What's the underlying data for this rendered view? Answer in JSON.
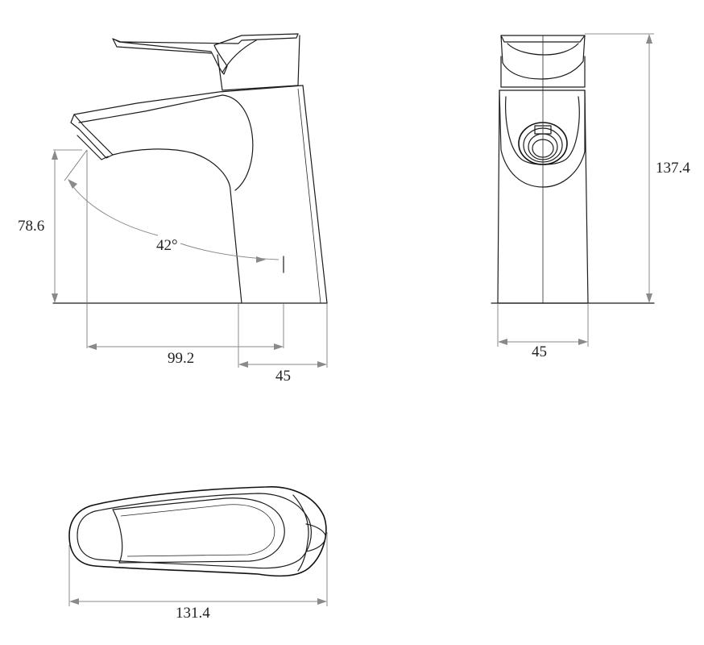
{
  "side_view": {
    "height_dim": "78.6",
    "reach_dim": "99.2",
    "base_dim": "45",
    "angle_dim": "42°"
  },
  "front_view": {
    "height_dim": "137.4",
    "base_dim": "45"
  },
  "top_view": {
    "length_dim": "131.4"
  },
  "colors": {
    "outline": "#1c1c1c",
    "dimension": "#8a8a8a",
    "text": "#222222",
    "background": "#ffffff"
  }
}
